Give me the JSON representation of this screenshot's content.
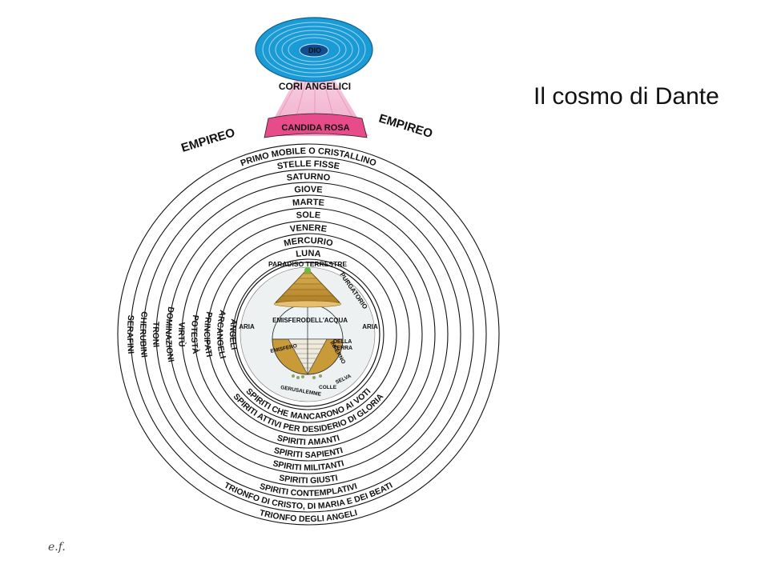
{
  "title": "Il cosmo di Dante",
  "credit": "e.f.",
  "colors": {
    "dio_ellipse": "#1a9bd6",
    "candida_rosa": "#e84b8a",
    "cone": "#f3b7cf",
    "ring_stroke": "#111111",
    "earth": "#c79a3a",
    "water": "#bcd3dc",
    "inferno": "#e9e5d8"
  },
  "diagram": {
    "dio": "DIO",
    "cori_angelici": "CORI ANGELICI",
    "candida_rosa": "CANDIDA ROSA",
    "empireo_left": "EMPIREO",
    "empireo_right": "EMPIREO",
    "heavens_top": [
      "PRIMO MOBILE O CRISTALLINO",
      "STELLE FISSE",
      "SATURNO",
      "GIOVE",
      "MARTE",
      "SOLE",
      "VENERE",
      "MERCURIO",
      "LUNA"
    ],
    "angelic_orders_left": [
      "SERAFINI",
      "CHERUBINI",
      "TRONI",
      "DOMINAZIONI",
      "VIRTÙ",
      "POTESTÀ",
      "PRINCIPATI",
      "ARCANGELI",
      "ANGELI"
    ],
    "blessed_spirits_bottom": [
      "SPIRITI CHE MANCARONO AI VOTI",
      "SPIRITI ATTIVI PER DESIDERIO DI GLORIA",
      "SPIRITI AMANTI",
      "SPIRITI SAPIENTI",
      "SPIRITI MILITANTI",
      "SPIRITI GIUSTI",
      "SPIRITI CONTEMPLATIVI",
      "TRIONFO DI CRISTO, DI MARIA E DEI BEATI",
      "TRIONFO DEGLI ANGELI"
    ],
    "earth": {
      "paradiso_terrestre": "PARADISO TERRESTRE",
      "purgatorio": "PURGATORIO",
      "aria_left": "ARIA",
      "aria_right": "ARIA",
      "emisfero_acqua_1": "EMISFERO",
      "emisfero_acqua_2": "DELL'ACQUA",
      "emisfero_terra_1": "EMISFERO",
      "emisfero_terra_2": "DELLA",
      "emisfero_terra_3": "TERRA",
      "inferno": "INFERNO",
      "gerusalemme": "GERUSALEMME",
      "colle": "COLLE",
      "selva": "SELVA"
    }
  }
}
